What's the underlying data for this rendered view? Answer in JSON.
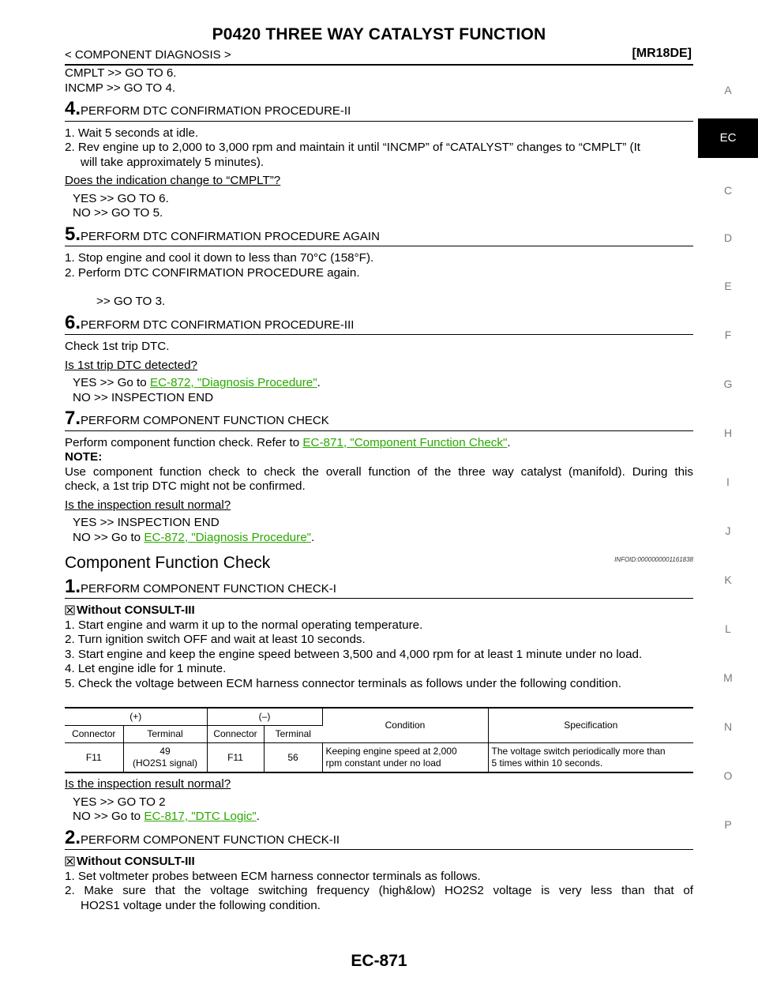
{
  "header": {
    "title": "P0420 THREE WAY CATALYST FUNCTION",
    "breadcrumb": "< COMPONENT DIAGNOSIS >",
    "engine_code": "[MR18DE]"
  },
  "side_tabs": {
    "active": "EC",
    "letters": [
      "A",
      "C",
      "D",
      "E",
      "F",
      "G",
      "H",
      "I",
      "J",
      "K",
      "L",
      "M",
      "N",
      "O",
      "P"
    ]
  },
  "content": {
    "intro": [
      "CMPLT >> GO TO 6.",
      "INCMP >> GO TO 4."
    ],
    "step4": {
      "num": "4.",
      "title": "PERFORM DTC CONFIRMATION PROCEDURE-II",
      "items": [
        "1. Wait 5 seconds at idle.",
        "2. Rev engine up to 2,000 to 3,000 rpm and maintain it until “INCMP” of “CATALYST” changes to “CMPLT” (It",
        "will take approximately 5 minutes)."
      ],
      "question": "Does the indication change to “CMPLT”?",
      "yes": "YES >> GO TO 6.",
      "no": "NO >> GO TO 5."
    },
    "step5": {
      "num": "5.",
      "title": "PERFORM DTC CONFIRMATION PROCEDURE AGAIN",
      "items": [
        "1. Stop engine and cool it down to less than 70°C (158°F).",
        "2. Perform DTC CONFIRMATION PROCEDURE again."
      ],
      "goto": ">> GO TO 3."
    },
    "step6": {
      "num": "6.",
      "title": "PERFORM DTC CONFIRMATION PROCEDURE-III",
      "body": "Check 1st trip DTC.",
      "question": "Is 1st trip DTC detected?",
      "yes_prefix": "YES >> Go to ",
      "yes_link": "EC-872, \"Diagnosis Procedure\"",
      "yes_suffix": ".",
      "no": "NO >> INSPECTION END"
    },
    "step7": {
      "num": "7.",
      "title": "PERFORM COMPONENT FUNCTION CHECK",
      "body_prefix": "Perform component function check. Refer to ",
      "body_link": "EC-871, \"Component Function Check\"",
      "body_suffix": ".",
      "note_label": "NOTE:",
      "note_line1": "Use component function check to check the overall function of the three way catalyst (manifold). During this",
      "note_line2": "check, a 1st trip DTC might not be confirmed.",
      "question": "Is the inspection result normal?",
      "yes": "YES >> INSPECTION END",
      "no_prefix": "NO >> Go to ",
      "no_link": "EC-872, \"Diagnosis Procedure\"",
      "no_suffix": "."
    },
    "section": {
      "title": "Component Function Check",
      "infoid": "INFOID:0000000001161838"
    },
    "cstep1": {
      "num": "1.",
      "title": "PERFORM COMPONENT FUNCTION CHECK-I",
      "mode": "Without CONSULT-III",
      "items": [
        "1. Start engine and warm it up to the normal operating temperature.",
        "2. Turn ignition switch OFF and wait at least 10 seconds.",
        "3. Start engine and keep the engine speed between 3,500 and 4,000 rpm for at least 1 minute under no load.",
        "4. Let engine idle for 1 minute.",
        "5. Check the voltage between ECM harness connector terminals as follows under the following condition."
      ],
      "table": {
        "plus": "(+)",
        "minus": "(–)",
        "condition": "Condition",
        "specification": "Specification",
        "connector": "Connector",
        "terminal": "Terminal",
        "row": {
          "plus_connector": "F11",
          "plus_terminal_1": "49",
          "plus_terminal_2": "(HO2S1 signal)",
          "minus_connector": "F11",
          "minus_terminal": "56",
          "condition_1": "Keeping engine speed at 2,000",
          "condition_2": "rpm constant under no load",
          "spec_1": "The voltage switch periodically more than",
          "spec_2": "5 times within 10 seconds."
        }
      },
      "question": "Is the inspection result normal?",
      "yes": "YES >> GO TO 2",
      "no_prefix": "NO >> Go to ",
      "no_link": "EC-817, \"DTC Logic\"",
      "no_suffix": "."
    },
    "cstep2": {
      "num": "2.",
      "title": "PERFORM COMPONENT FUNCTION CHECK-II",
      "mode": "Without CONSULT-III",
      "items": [
        "1. Set voltmeter probes between ECM harness connector terminals as follows.",
        "2. Make sure that the voltage switching frequency (high&low) HO2S2 voltage is very less than that of",
        "HO2S1 voltage under the following condition."
      ]
    }
  },
  "footer": {
    "page_number": "EC-871"
  }
}
